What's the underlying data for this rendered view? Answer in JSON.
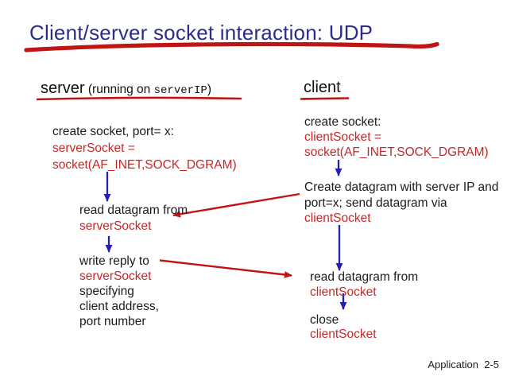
{
  "title": "Client/server socket interaction: UDP",
  "footer": "Application  2-5",
  "server_heading": {
    "name": "server",
    "running_pre": " (running on ",
    "server_ip": "serverIP",
    "running_post": ")"
  },
  "client_heading": "client",
  "server_create": {
    "l1": "create socket, port= x:",
    "l2": "serverSocket =",
    "l3": "socket(AF_INET,SOCK_DGRAM)"
  },
  "server_read": {
    "l1": "read datagram from",
    "l2": "serverSocket"
  },
  "server_write": {
    "l1": "write reply to",
    "l2": "serverSocket",
    "l3": "specifying",
    "l4": "client address,",
    "l5": "port number"
  },
  "client_create": {
    "l1": "create socket:",
    "l2": "clientSocket =",
    "l3": "socket(AF_INET,SOCK_DGRAM)"
  },
  "client_send": {
    "l1": "Create datagram with server IP and",
    "l2": "port=x; send datagram via",
    "l3": "clientSocket"
  },
  "client_read": {
    "l1": "read datagram from",
    "l2": "clientSocket"
  },
  "client_close": {
    "l1": "close",
    "l2": "clientSocket"
  },
  "colors": {
    "title_navy": "#2c2c8a",
    "code_red": "#c62828",
    "arrow_red": "#c11414",
    "arrow_blue": "#2020b8",
    "text_black": "#1b1b1b"
  }
}
